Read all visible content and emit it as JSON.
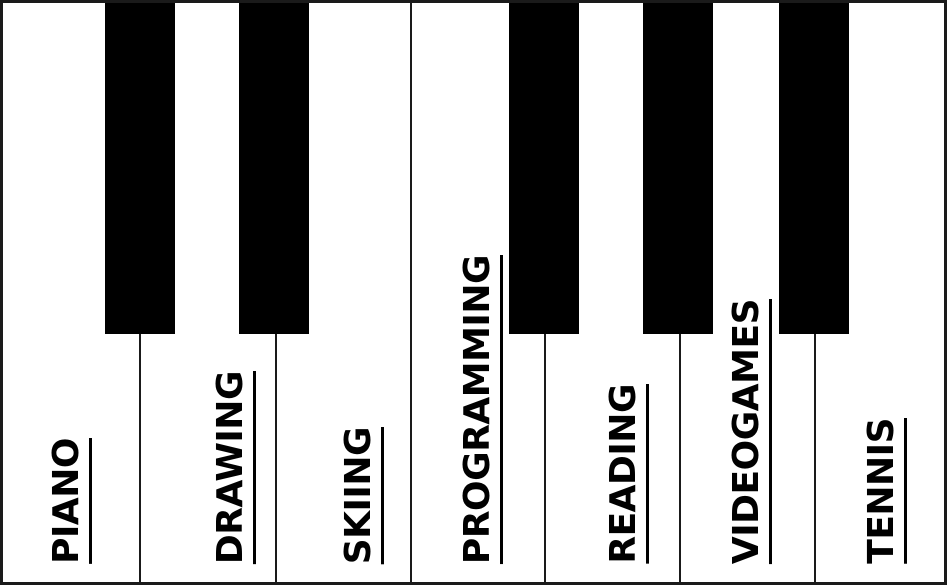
{
  "keys": [
    {
      "label": "PIANO"
    },
    {
      "label": "DRAWING"
    },
    {
      "label": "SKIING"
    },
    {
      "label": "PROGRAMMING"
    },
    {
      "label": "READING"
    },
    {
      "label": "VIDEOGAMES"
    },
    {
      "label": "TENNIS"
    }
  ],
  "colors": {
    "white_key": "#ffffff",
    "black_key": "#000000",
    "text": "#000000"
  }
}
